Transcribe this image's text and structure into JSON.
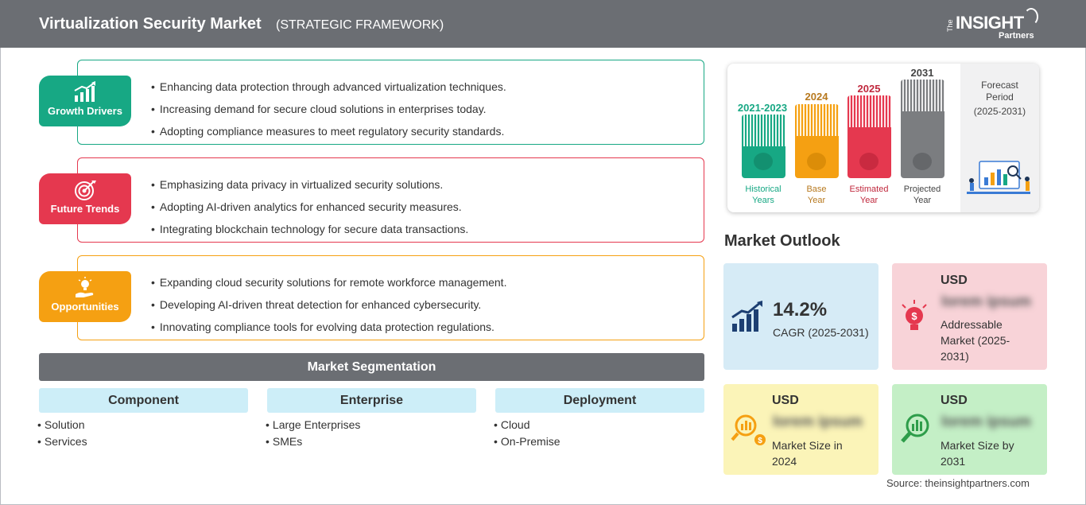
{
  "header": {
    "title": "Virtualization Security Market",
    "subtitle": "(STRATEGIC FRAMEWORK)",
    "logo": {
      "line1": "The",
      "line2": "INSIGHT",
      "line3": "Partners"
    }
  },
  "categories": [
    {
      "label": "Growth Drivers",
      "color": "#17a884",
      "icon": "growth-chart-icon",
      "items": [
        "Enhancing data protection through advanced virtualization techniques.",
        "Increasing demand for secure cloud solutions in enterprises today.",
        "Adopting compliance measures to meet regulatory security standards."
      ]
    },
    {
      "label": "Future Trends",
      "color": "#e5384f",
      "icon": "target-icon",
      "items": [
        "Emphasizing data privacy in virtualized security solutions.",
        "Adopting AI-driven analytics for enhanced security measures.",
        "Integrating blockchain technology for secure data transactions."
      ]
    },
    {
      "label": "Opportunities",
      "color": "#f5a012",
      "icon": "lightbulb-hand-icon",
      "items": [
        "Expanding cloud security solutions for remote workforce management.",
        "Developing AI-driven threat detection for enhanced cybersecurity.",
        "Innovating compliance tools for evolving data protection regulations."
      ]
    }
  ],
  "segmentation": {
    "title": "Market Segmentation",
    "columns": [
      {
        "heading": "Component",
        "items": [
          "Solution",
          "Services"
        ]
      },
      {
        "heading": "Enterprise",
        "items": [
          "Large Enterprises",
          "SMEs"
        ]
      },
      {
        "heading": "Deployment",
        "items": [
          "Cloud",
          "On-Premise"
        ]
      }
    ]
  },
  "timeline": {
    "bars": [
      {
        "year": "2021-2023",
        "caption_line1": "Historical",
        "caption_line2": "Years",
        "color": "#17a884",
        "icon": "history-icon"
      },
      {
        "year": "2024",
        "caption_line1": "Base",
        "caption_line2": "Year",
        "color": "#f5a012",
        "icon": "calendar-icon"
      },
      {
        "year": "2025",
        "caption_line1": "Estimated",
        "caption_line2": "Year",
        "color": "#e5384f",
        "icon": "estimate-icon"
      },
      {
        "year": "2031",
        "caption_line1": "Projected",
        "caption_line2": "Year",
        "color": "#7b7d80",
        "icon": "projection-icon"
      }
    ],
    "forecast_label_line1": "Forecast",
    "forecast_label_line2": "Period",
    "forecast_range": "(2025-2031)",
    "forecast_icon": "analytics-illustration-icon"
  },
  "outlook": {
    "title": "Market Outlook",
    "cagr": {
      "value": "14.2%",
      "label": "CAGR (2025-2031)",
      "color": "#d6ebf6",
      "icon": "growth-bars-icon"
    },
    "addressable": {
      "currency": "USD",
      "value": "lorem ipsum",
      "label_line1": "Addressable",
      "label_line2": "Market (2025-",
      "label_line3": "2031)",
      "color": "#f8d3d8",
      "icon": "money-bulb-icon"
    },
    "size_2024": {
      "currency": "USD",
      "value": "lorem ipsum",
      "label_line1": "Market Size in",
      "label_line2": "2024",
      "color": "#fbf4b8",
      "icon": "coin-search-icon"
    },
    "size_2031": {
      "currency": "USD",
      "value": "lorem ipsum",
      "label_line1": "Market Size by",
      "label_line2": "2031",
      "color": "#c4efc6",
      "icon": "chart-search-icon"
    }
  },
  "source": "Source: theinsightpartners.com"
}
